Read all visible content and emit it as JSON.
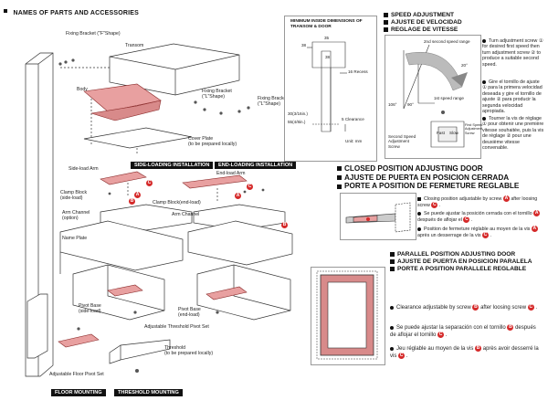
{
  "left": {
    "title": "NAMES OF PARTS AND ACCESSORIES",
    "labels": {
      "fixing_bracket_f": "Fixing Bracket (\"F\"Shape)",
      "transom": "Transom",
      "body": "Body",
      "fixing_bracket_l1": "Fixing Bracket\n(\"L\"Shape)",
      "fixing_bracket_l2": "Fixing Bracket\n(\"L\"Shape)",
      "cover_plate": "Cover Plate\n(to be prepared locally)",
      "side_load_arm": "Side-load Arm",
      "clamp_block_side": "Clamp Block\n(side-load)",
      "clamp_block_end": "Clamp Block(end-load)",
      "end_load_arm": "End-load Arm",
      "arm_channel_left": "Arm Channel\n(option)",
      "arm_channel_right": "Arm Channel",
      "name_plate": "Name Plate",
      "pivot_base_side": "Pivot Base\n(side-load)",
      "pivot_base_end": "Pivot Base\n(end-load)",
      "adjustable_threshold_pivot": "Adjustable Threshold Pivot Set",
      "threshold": "Threshold\n(to be prepared locally)",
      "adjustable_floor_pivot": "Adjustable Floor Pivot Set"
    },
    "bars": {
      "side_loading": "SIDE-LOADING INSTALLATION",
      "end_loading": "END-LOADING INSTALLATION",
      "floor_mounting": "FLOOR MOUNTING",
      "threshold_mounting": "THRESHOLD MOUNTING"
    }
  },
  "dims": {
    "title": "MINIMUM INSIDE DIMENSIONS OF\nTRANSOM & DOOR",
    "d35": "35",
    "d38": "38",
    "d16": "16 Recess",
    "d5": "5 Clearance",
    "d3025": "30(3/16in.)",
    "d55": "55(4/8in.)",
    "unit": "Unit: mm"
  },
  "speed": {
    "title1": "SPEED ADJUSTMENT",
    "title2": "AJUSTE DE VELOCIDAD",
    "title3": "REGLAGE DE VITESSE",
    "second_range": "2nd second speed range",
    "first_range": "1st speed range",
    "angle20": "20°",
    "angle106": "106°",
    "angle90": "90°",
    "second_screw": "Second Speed\nAdjustment\nScrew",
    "first_screw": "First Speed\nAdjustment\nScrew",
    "fast": "Fast",
    "slow": "Slow",
    "text_en": "Turn adjustment screw ① for desired first speed then turn adjustment screw ② to produce a suitable second speed.",
    "text_es": "Gire el tornillo de ajuste ① para la primera velocidad deseada y gire el tornillo de ajuste ② para producir la segunda velocidad apropiada.",
    "text_fr": "Tourner la vis de réglage ① pour obtenir une première vitesse souhaitée, puis la vis de réglage ② pour une deuxième vitesse convenable."
  },
  "closed": {
    "title1": "CLOSED POSITION ADJUSTING DOOR",
    "title2": "AJUSTE DE PUERTA EN POSICION CERRADA",
    "title3": "PORTE A POSITION DE FERMETURE REGLABLE",
    "en_a": "Closing position adjustable by screw",
    "en_b": "after loosing screw",
    "es_a": "Se puede ajustar la posición cerrada con el tornillo",
    "es_b": "después de aflojar el",
    "fr_a": "Position de fermeture réglable au moyen de la vis",
    "fr_b": "après un desserrage de la vis"
  },
  "parallel": {
    "title1": "PARALLEL POSITION ADJUSTING DOOR",
    "title2": "AJUSTE DE PUERTA EN POSICION PARALELA",
    "title3": "PORTE A POSITION PARALLELE REGLABLE",
    "en_a": "Clearance adjustable by screw",
    "en_b": "after loosing screw",
    "es_a": "Se puede ajustar la separación con el tornillo",
    "es_b": "después de aflojar el tornillo",
    "fr_a": "Jeu réglable au moyen de la vis",
    "fr_b": "après avoir desserré la vis"
  },
  "markers": {
    "a": "A",
    "b": "B",
    "c": "C"
  }
}
